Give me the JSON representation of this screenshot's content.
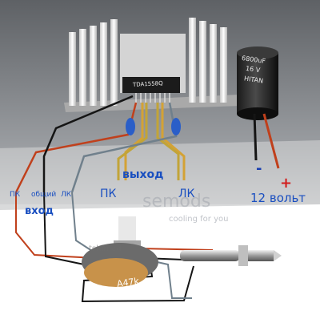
{
  "labels": {
    "chip": "TDA1558Q",
    "capacitor_line1": "6800uF",
    "capacitor_line2": "16 V",
    "capacitor_line3": "HITAN",
    "output": "выход",
    "pk_out": "ПК",
    "lk_out": "ЛК",
    "supply": "12 вольт",
    "pk_in": "ПК",
    "common_in": "общий",
    "lk_in": "ЛК",
    "input": "вход",
    "minus": "-",
    "plus": "+",
    "pot_value": "A47k"
  },
  "watermark": {
    "site": "semods",
    "slogan": "cooling for you",
    "small": "tshimod"
  },
  "colors": {
    "label_blue": "#1a4fc0",
    "plus_red": "#d21d1d",
    "wire_red": "#c0401c",
    "wire_orange": "#d4a235",
    "wire_black": "#151515",
    "wire_gray": "#70808c"
  }
}
